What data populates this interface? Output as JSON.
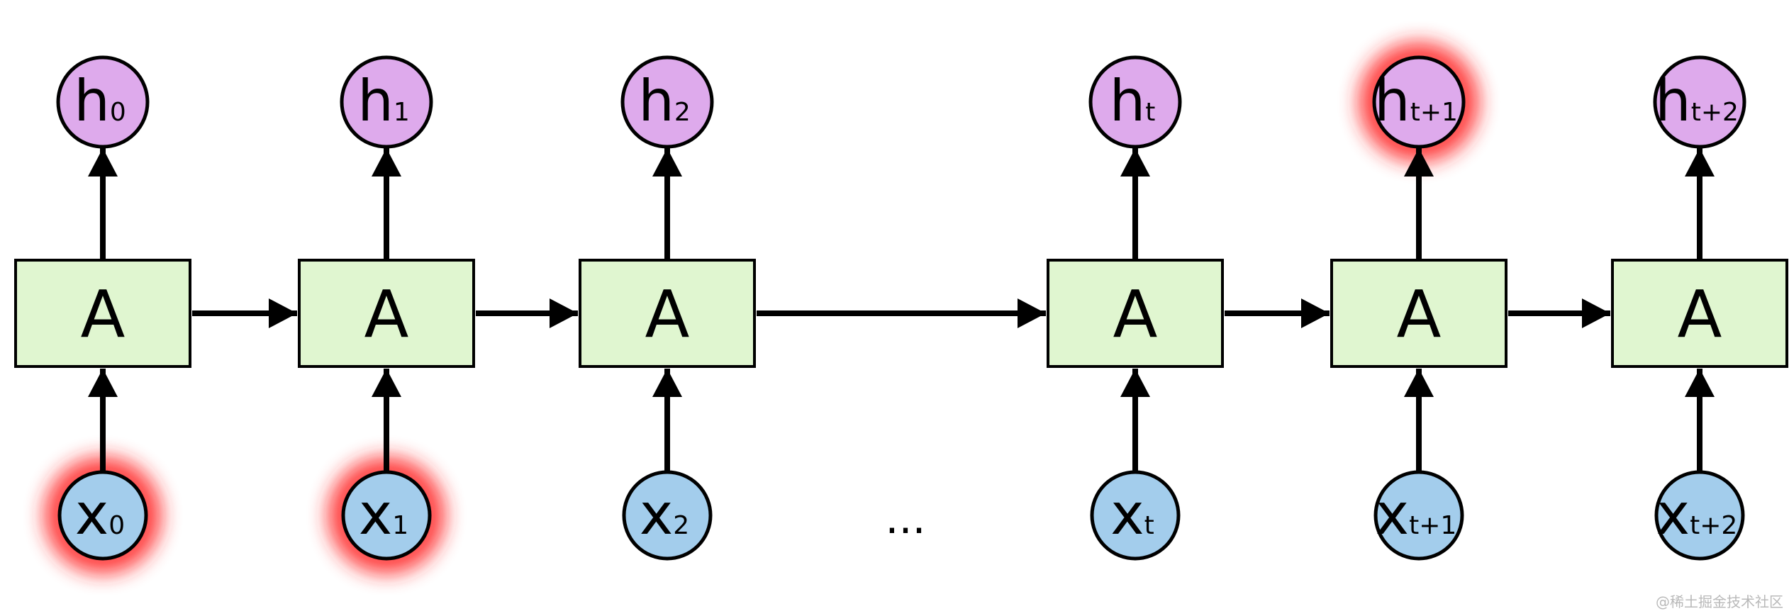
{
  "diagram": {
    "cell_label": "A",
    "ellipsis": "...",
    "watermark": "@稀土掘金技术社区",
    "colors": {
      "cell_fill": "#e0f6d0",
      "output_fill": "#deaaec",
      "input_fill": "#a3cdec",
      "stroke": "#000000",
      "highlight": "#ff2020"
    },
    "steps": [
      {
        "output_main": "h",
        "output_sub": "0",
        "input_main": "x",
        "input_sub": "0",
        "output_highlighted": false,
        "input_highlighted": true
      },
      {
        "output_main": "h",
        "output_sub": "1",
        "input_main": "x",
        "input_sub": "1",
        "output_highlighted": false,
        "input_highlighted": true
      },
      {
        "output_main": "h",
        "output_sub": "2",
        "input_main": "x",
        "input_sub": "2",
        "output_highlighted": false,
        "input_highlighted": false
      },
      {
        "output_main": "h",
        "output_sub": "t",
        "input_main": "x",
        "input_sub": "t",
        "output_highlighted": false,
        "input_highlighted": false
      },
      {
        "output_main": "h",
        "output_sub": "t+1",
        "input_main": "x",
        "input_sub": "t+1",
        "output_highlighted": true,
        "input_highlighted": false
      },
      {
        "output_main": "h",
        "output_sub": "t+2",
        "input_main": "x",
        "input_sub": "t+2",
        "output_highlighted": false,
        "input_highlighted": false
      }
    ]
  }
}
